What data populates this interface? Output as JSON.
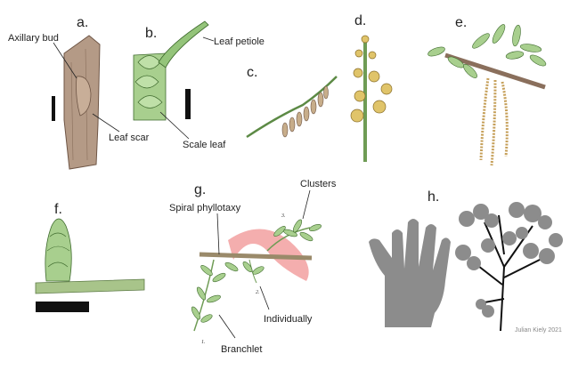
{
  "panels": {
    "a": {
      "letter": "a.",
      "labels": {
        "axillary_bud": "Axillary bud",
        "leaf_scar": "Leaf scar"
      }
    },
    "b": {
      "letter": "b.",
      "labels": {
        "leaf_petiole": "Leaf petiole",
        "scale_leaf": "Scale leaf"
      }
    },
    "c": {
      "letter": "c."
    },
    "d": {
      "letter": "d."
    },
    "e": {
      "letter": "e."
    },
    "f": {
      "letter": "f."
    },
    "g": {
      "letter": "g.",
      "labels": {
        "clusters": "Clusters",
        "spiral_phyllotaxy": "Spiral phyllotaxy",
        "individually": "Individually",
        "branchlet": "Branchlet"
      },
      "numbers": [
        "3.",
        "2.",
        "1."
      ]
    },
    "h": {
      "letter": "h."
    }
  },
  "credit": "Julian Kiely 2021",
  "colors": {
    "bark": "#b49a86",
    "bark_dark": "#8a6f5c",
    "green": "#a8cf8e",
    "green_dark": "#5c8a45",
    "catkin": "#c6a05a",
    "pink": "#f08c8c",
    "silhouette": "#8c8c8c"
  }
}
